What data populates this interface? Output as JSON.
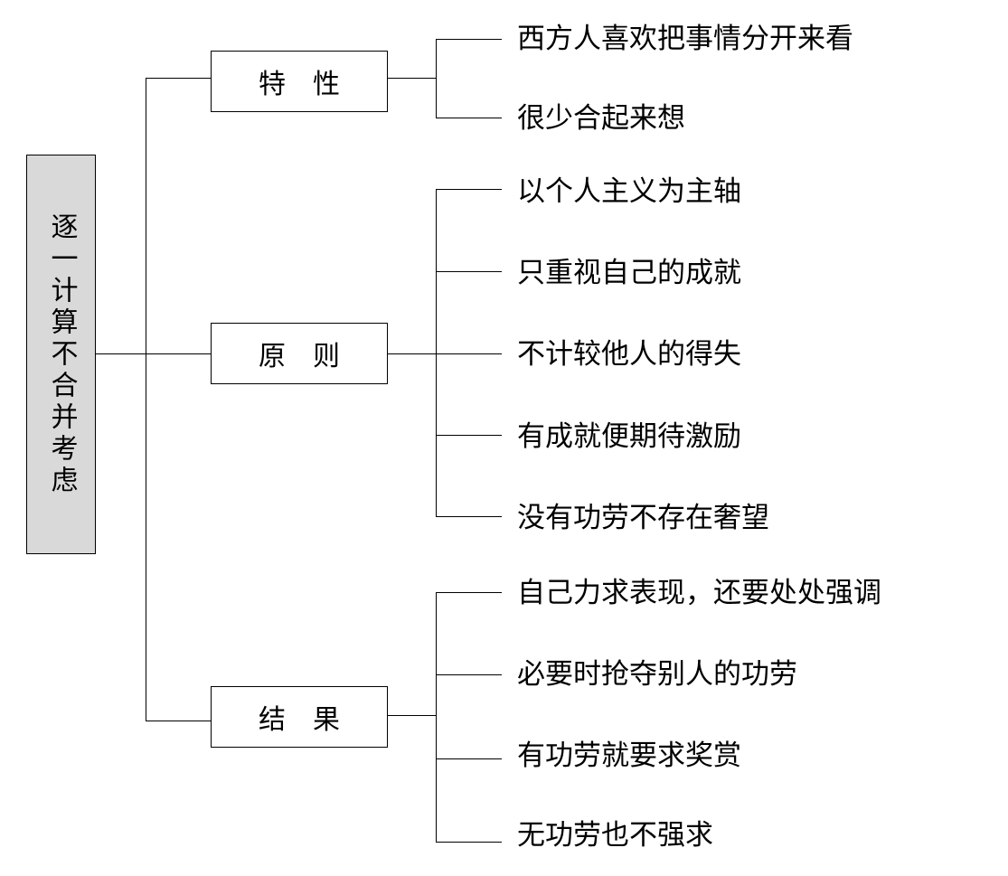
{
  "root": {
    "label": "逐一计算不合并考虑"
  },
  "branches": [
    {
      "label": "特　性",
      "items": [
        "西方人喜欢把事情分开来看",
        "很少合起来想"
      ]
    },
    {
      "label": "原　则",
      "items": [
        "以个人主义为主轴",
        "只重视自己的成就",
        "不计较他人的得失",
        "有成就便期待激励",
        "没有功劳不存在奢望"
      ]
    },
    {
      "label": "结　果",
      "items": [
        "自己力求表现，还要处处强调",
        "必要时抢夺别人的功劳",
        "有功劳就要求奖赏",
        "无功劳也不强求"
      ]
    }
  ],
  "colors": {
    "root_fill": "#d9d9d9",
    "line": "#000000",
    "branch_fill": "#ffffff"
  }
}
